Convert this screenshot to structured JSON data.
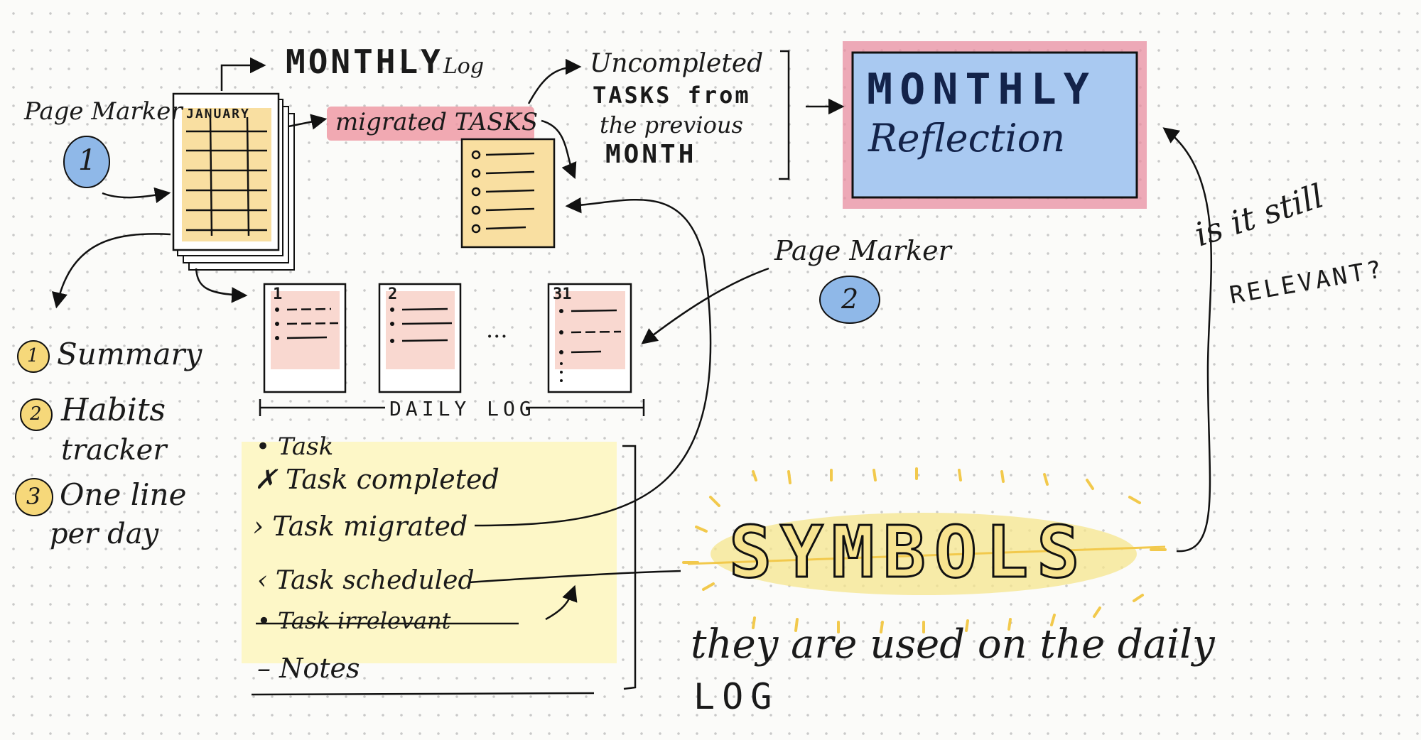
{
  "monthly_log": {
    "title": "MONTHLY",
    "title_suffix": "Log",
    "calendar_label": "JANUARY"
  },
  "migrated_tasks": {
    "label": "migrated TASKS"
  },
  "uncompleted_note": {
    "line1": "Uncompleted",
    "line2": "TASKS from",
    "line3": "the previous",
    "line4": "MONTH"
  },
  "monthly_reflection": {
    "line1": "MONTHLY",
    "line2": "Reflection"
  },
  "page_marker_1": {
    "label": "Page Marker",
    "number": "1"
  },
  "page_marker_2": {
    "label": "Page Marker",
    "number": "2"
  },
  "marker_list": [
    {
      "number": "1",
      "line1": "Summary",
      "line2": ""
    },
    {
      "number": "2",
      "line1": "Habits",
      "line2": "tracker"
    },
    {
      "number": "3",
      "line1": "One line",
      "line2": "per day"
    }
  ],
  "daily_log": {
    "label": "DAILY LOG",
    "pages": [
      {
        "number": "1"
      },
      {
        "number": "2"
      },
      {
        "number": "31"
      }
    ],
    "ellipsis": "..."
  },
  "symbols_key": [
    {
      "symbol": "•",
      "label": "Task"
    },
    {
      "symbol": "✗",
      "label": "Task completed"
    },
    {
      "symbol": "›",
      "label": "Task migrated"
    },
    {
      "symbol": "‹",
      "label": "Task scheduled"
    },
    {
      "symbol": "•",
      "label": "Task irrelevant"
    },
    {
      "symbol": "–",
      "label": "Notes"
    }
  ],
  "symbols_title": "SYMBOLS",
  "symbols_caption": {
    "line1": "they are used on the daily",
    "line2": "LOG"
  },
  "relevance_question": {
    "line1": "is it still",
    "line2": "RELEVANT?"
  },
  "colors": {
    "calendar_yellow": "#f9dfa1",
    "page_pink": "#f9d8d0",
    "migrated_pink": "#ef9aa6",
    "reflection_blue": "#a9c9f1",
    "reflection_frame": "#e88ea0",
    "marker_blue": "#8fb8e8",
    "legend_yellow": "#fdf7c7",
    "symbols_yellow": "#f5e58c",
    "number_circle": "#f6d87a"
  }
}
